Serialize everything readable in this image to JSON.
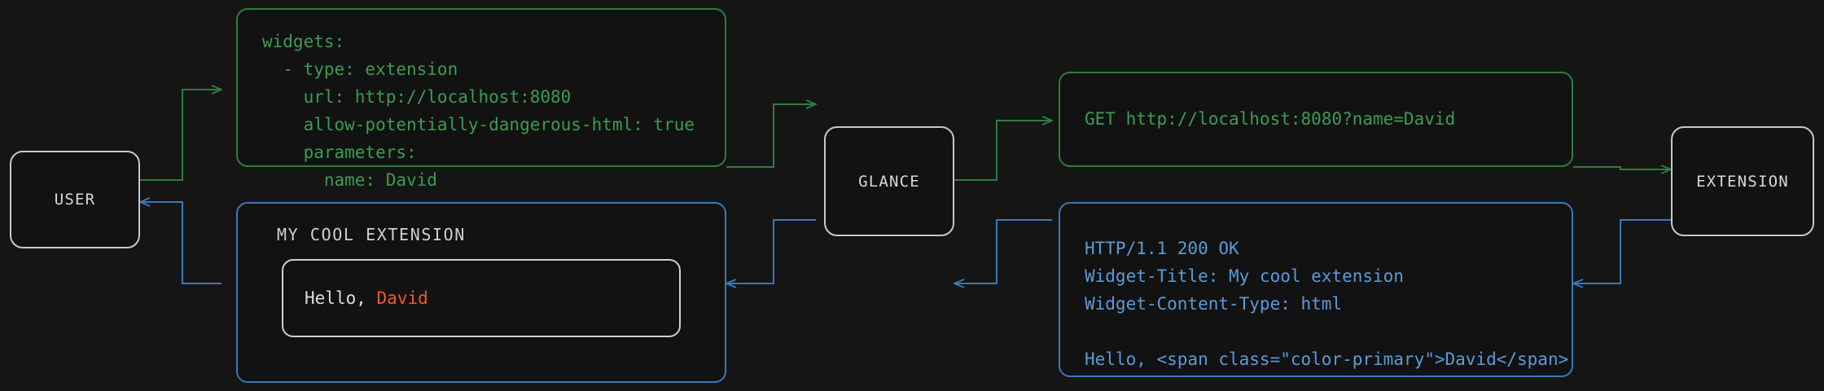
{
  "diagram": {
    "background": "#151515",
    "request_color": "#3c9c52",
    "response_color": "#5b9bd8",
    "accent_color": "#f05a28",
    "node_border_color": "#c8c8c8"
  },
  "nodes": {
    "user": {
      "label": "USER"
    },
    "glance": {
      "label": "GLANCE"
    },
    "extension": {
      "label": "EXTENSION"
    }
  },
  "config_box": {
    "text": "widgets:\n  - type: extension\n    url: http://localhost:8080\n    allow-potentially-dangerous-html: true\n    parameters:\n      name: David"
  },
  "request_box": {
    "text": "GET http://localhost:8080?name=David"
  },
  "response_box": {
    "text": "HTTP/1.1 200 OK\nWidget-Title: My cool extension\nWidget-Content-Type: html\n\nHello, <span class=\"color-primary\">David</span>"
  },
  "widget_preview": {
    "title": "MY COOL EXTENSION",
    "greeting_prefix": "Hello, ",
    "greeting_name": "David"
  }
}
